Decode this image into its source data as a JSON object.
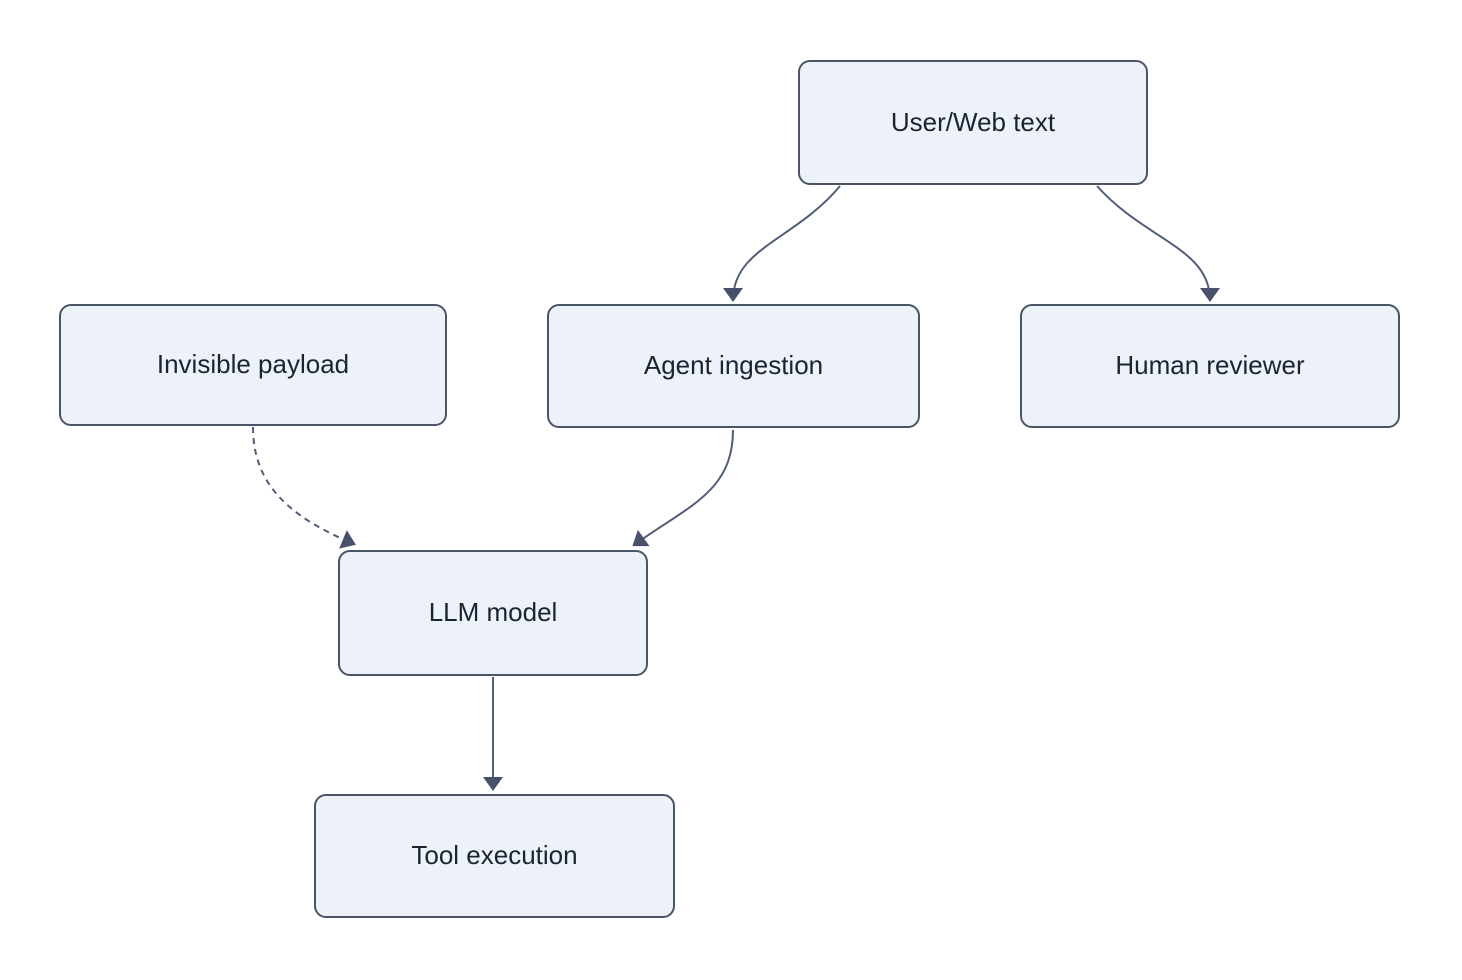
{
  "diagram": {
    "type": "flowchart",
    "title": "",
    "nodes": [
      {
        "id": "user_web_text",
        "label": "User/Web text"
      },
      {
        "id": "invisible_payload",
        "label": "Invisible payload"
      },
      {
        "id": "agent_ingestion",
        "label": "Agent ingestion"
      },
      {
        "id": "human_reviewer",
        "label": "Human reviewer"
      },
      {
        "id": "llm_model",
        "label": "LLM model"
      },
      {
        "id": "tool_execution",
        "label": "Tool execution"
      }
    ],
    "edges": [
      {
        "from": "user_web_text",
        "to": "agent_ingestion",
        "style": "solid",
        "arrow": "filled-triangle"
      },
      {
        "from": "user_web_text",
        "to": "human_reviewer",
        "style": "solid",
        "arrow": "filled-triangle"
      },
      {
        "from": "invisible_payload",
        "to": "llm_model",
        "style": "dashed",
        "arrow": "filled-triangle"
      },
      {
        "from": "agent_ingestion",
        "to": "llm_model",
        "style": "solid",
        "arrow": "filled-triangle"
      },
      {
        "from": "llm_model",
        "to": "tool_execution",
        "style": "solid",
        "arrow": "filled-triangle"
      }
    ],
    "colors": {
      "background": "#ffffff",
      "node_fill": "#edf1f8",
      "node_border": "#4a5568",
      "node_text": "#1b2433",
      "edge_stroke": "#515e77",
      "arrowhead_fill": "#47516a"
    }
  }
}
